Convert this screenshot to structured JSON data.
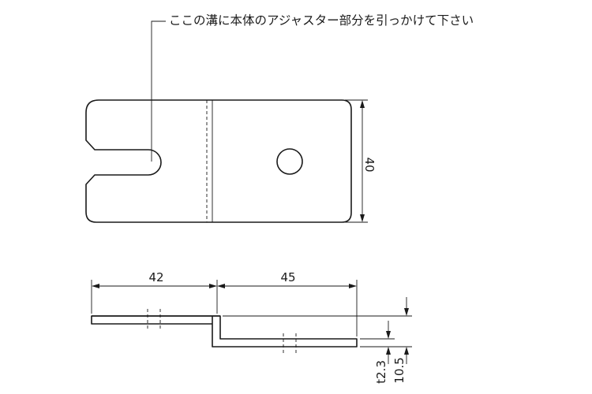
{
  "note": {
    "text": "ここの溝に本体のアジャスター部分を引っかけて下さい"
  },
  "dimensions": {
    "height": "40",
    "left_length": "42",
    "right_length": "45",
    "thickness": "t2.3",
    "offset_height": "10.5"
  }
}
